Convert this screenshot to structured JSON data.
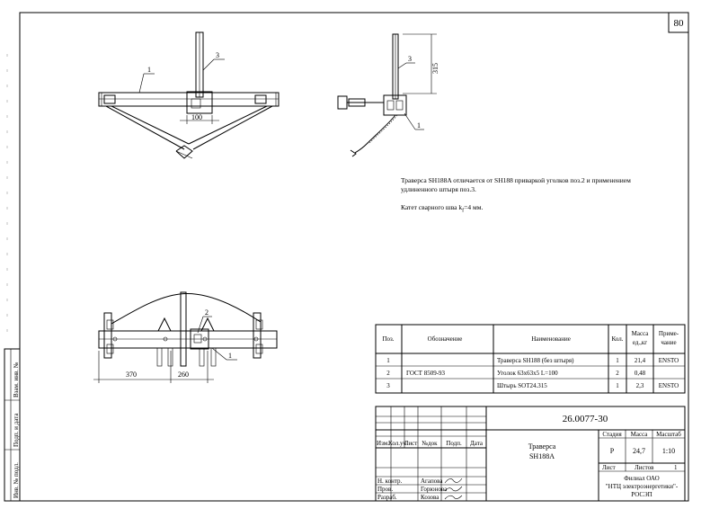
{
  "sheet": {
    "page_number": "80"
  },
  "notes": {
    "line1": "Траверса SH188A отличается от SH188 приваркой уголков поз.2 и применением",
    "line2": "удлиненного штыря поз.3.",
    "line3": "Катет сварного шва k",
    "line3_sub": "f",
    "line3_end": "=4 мм."
  },
  "callouts": {
    "top_view": [
      "1",
      "3"
    ],
    "side_view": [
      "3",
      "1"
    ],
    "bottom_view": [
      "2",
      "1"
    ]
  },
  "dimensions": {
    "top_view_width": "100",
    "side_view_height": "315",
    "bottom_left": "370",
    "bottom_right": "260"
  },
  "spec_table": {
    "headers": [
      "Поз.",
      "Обозначение",
      "Наименование",
      "Кол.",
      "Масса ед.,кг",
      "Приме- чание"
    ],
    "header_mass_1": "Масса",
    "header_mass_2": "ед.,кг",
    "header_note_1": "Приме-",
    "header_note_2": "чание",
    "rows": [
      {
        "pos": "1",
        "designation": "",
        "name": "Траверса SH188 (без штыря)",
        "qty": "1",
        "mass": "21,4",
        "note": "ENSTO"
      },
      {
        "pos": "2",
        "designation": "ГОСТ 8509-93",
        "name": "Уголок 63х63х5 L=100",
        "qty": "2",
        "mass": "0,48",
        "note": ""
      },
      {
        "pos": "3",
        "designation": "",
        "name": "Штырь SOT24.315",
        "qty": "1",
        "mass": "2,3",
        "note": "ENSTO"
      }
    ]
  },
  "title_block": {
    "doc_number": "26.0077-30",
    "title_1": "Траверса",
    "title_2": "SH188A",
    "col_stage": "Стадия",
    "col_mass": "Масса",
    "col_scale": "Масштаб",
    "stage": "Р",
    "mass": "24,7",
    "scale": "1:10",
    "sheet_label": "Лист",
    "sheets_label": "Листов",
    "sheets_count": "1",
    "org_1": "Филиал ОАО",
    "org_2": "\"НТЦ электроэнергетики\"-",
    "org_3": "РОСЭП",
    "rev_headers": [
      "Изм.",
      "Кол.уч",
      "Лист",
      "№док",
      "Подп.",
      "Дата"
    ],
    "roles": [
      {
        "role": "Н. контр.",
        "name": "Агапова"
      },
      {
        "role": "Пров.",
        "name": "Горюнова"
      },
      {
        "role": "Разраб.",
        "name": "Козова"
      }
    ]
  },
  "side_stamp": [
    "Взам. инв. №",
    "Подп. и дата",
    "Инв. № подл."
  ]
}
